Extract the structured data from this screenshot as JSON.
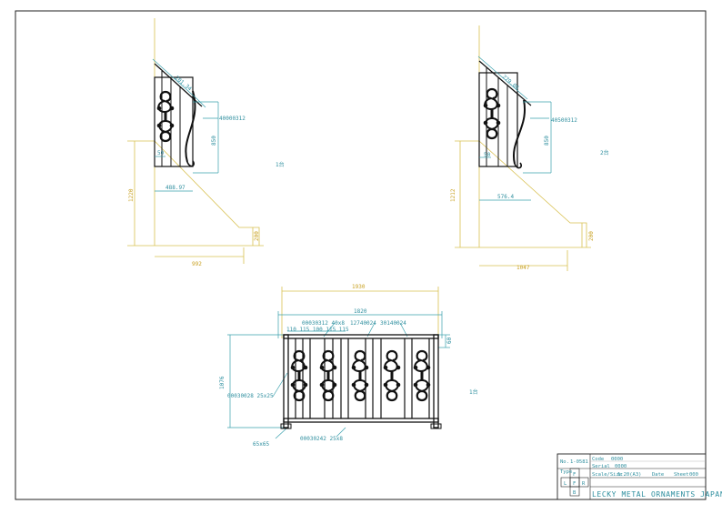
{
  "left_view": {
    "slope_dim": "201.34",
    "part_no": "40000312",
    "height_dim": "850",
    "small_dim": "50",
    "base_dim": "488.97",
    "total_height": "1220",
    "step_height": "200",
    "width_dim": "992",
    "qty": "1台"
  },
  "right_view": {
    "slope_dim": "279.06",
    "part_no": "40500312",
    "height_dim": "850",
    "small_dim": "50",
    "base_dim": "576.4",
    "total_height": "1212",
    "step_height": "200",
    "width_dim": "1047",
    "qty": "2台"
  },
  "front_view": {
    "overall_width": "1930",
    "inner_width": "1820",
    "callout_1": "00030312 40x8",
    "callout_2": "12740024",
    "callout_3": "30140024",
    "spacing": "110 115 100 115 115",
    "side_dim": "60",
    "height_dim": "1076",
    "post_part": "00030028 25x25",
    "foot_part": "65x65",
    "bar_part": "00030242 25x8",
    "qty": "1台"
  },
  "title_block": {
    "no_label": "No.",
    "no_value": "1-0581",
    "code_label": "Code",
    "code_value": "0000",
    "type_label": "Type",
    "type_value": "F",
    "serial_label": "Serial",
    "serial_value": "0000",
    "scale_label": "Scale/Size",
    "scale_value": "1:20(A3)",
    "date_label": "Date",
    "sheet_label": "Sheet",
    "sheet_value": "000",
    "letter_l": "L",
    "letter_f": "F",
    "letter_r": "R",
    "letter_b": "B",
    "company": "LECKY METAL ORNAMENTS JAPAN"
  }
}
